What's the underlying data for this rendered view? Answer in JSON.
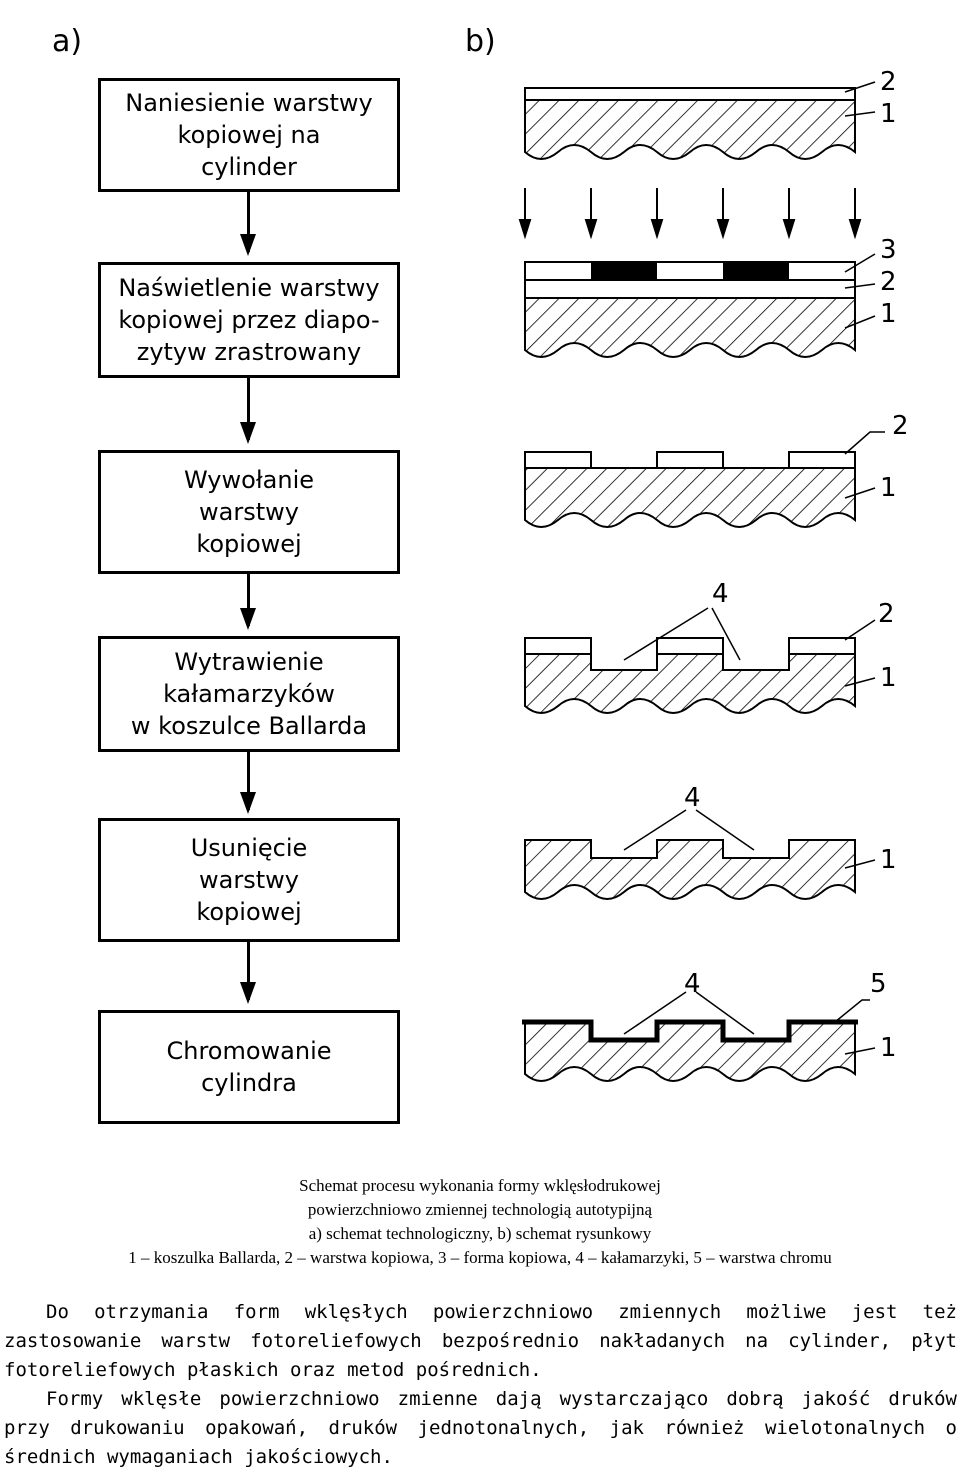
{
  "panel_a_label": "a)",
  "panel_b_label": "b)",
  "flowchart": [
    {
      "text": "Naniesienie warstwy\nkopiowej na\ncylinder"
    },
    {
      "text": "Naświetlenie warstwy\nkopiowej przez diapo-\nzytyw zrastrowany"
    },
    {
      "text": "Wywołanie\nwarstwy\nkopiowej"
    },
    {
      "text": "Wytrawienie\nkałamarzyków\nw koszulce Ballarda"
    },
    {
      "text": "Usunięcie\nwarstwy\nkopiowej"
    },
    {
      "text": "Chromowanie\ncylindra"
    }
  ],
  "diagram_labels": {
    "n1": "1",
    "n2": "2",
    "n3": "3",
    "n4": "4",
    "n5": "5"
  },
  "caption": {
    "line1": "Schemat procesu wykonania formy wklęsłodrukowej",
    "line2": "powierzchniowo zmiennej technologią autotypijną",
    "line3": "a) schemat technologiczny, b) schemat rysunkowy",
    "line4": "1 – koszulka Ballarda, 2 – warstwa kopiowa, 3 – forma kopiowa, 4 – kałamarzyki, 5 – warstwa chromu"
  },
  "paragraphs": [
    "Do otrzymania form wklęsłych powierzchniowo zmiennych możliwe jest też zastosowanie warstw fotoreliefowych bezpośrednio nakładanych na cylinder, płyt fotoreliefowych płaskich oraz metod pośrednich.",
    "Formy wklęsłe powierzchniowo zmienne dają wystarczająco dobrą jakość druków przy drukowaniu opakowań, druków jednotonalnych, jak również wielotonalnych o średnich wymaganiach jakościowych."
  ]
}
